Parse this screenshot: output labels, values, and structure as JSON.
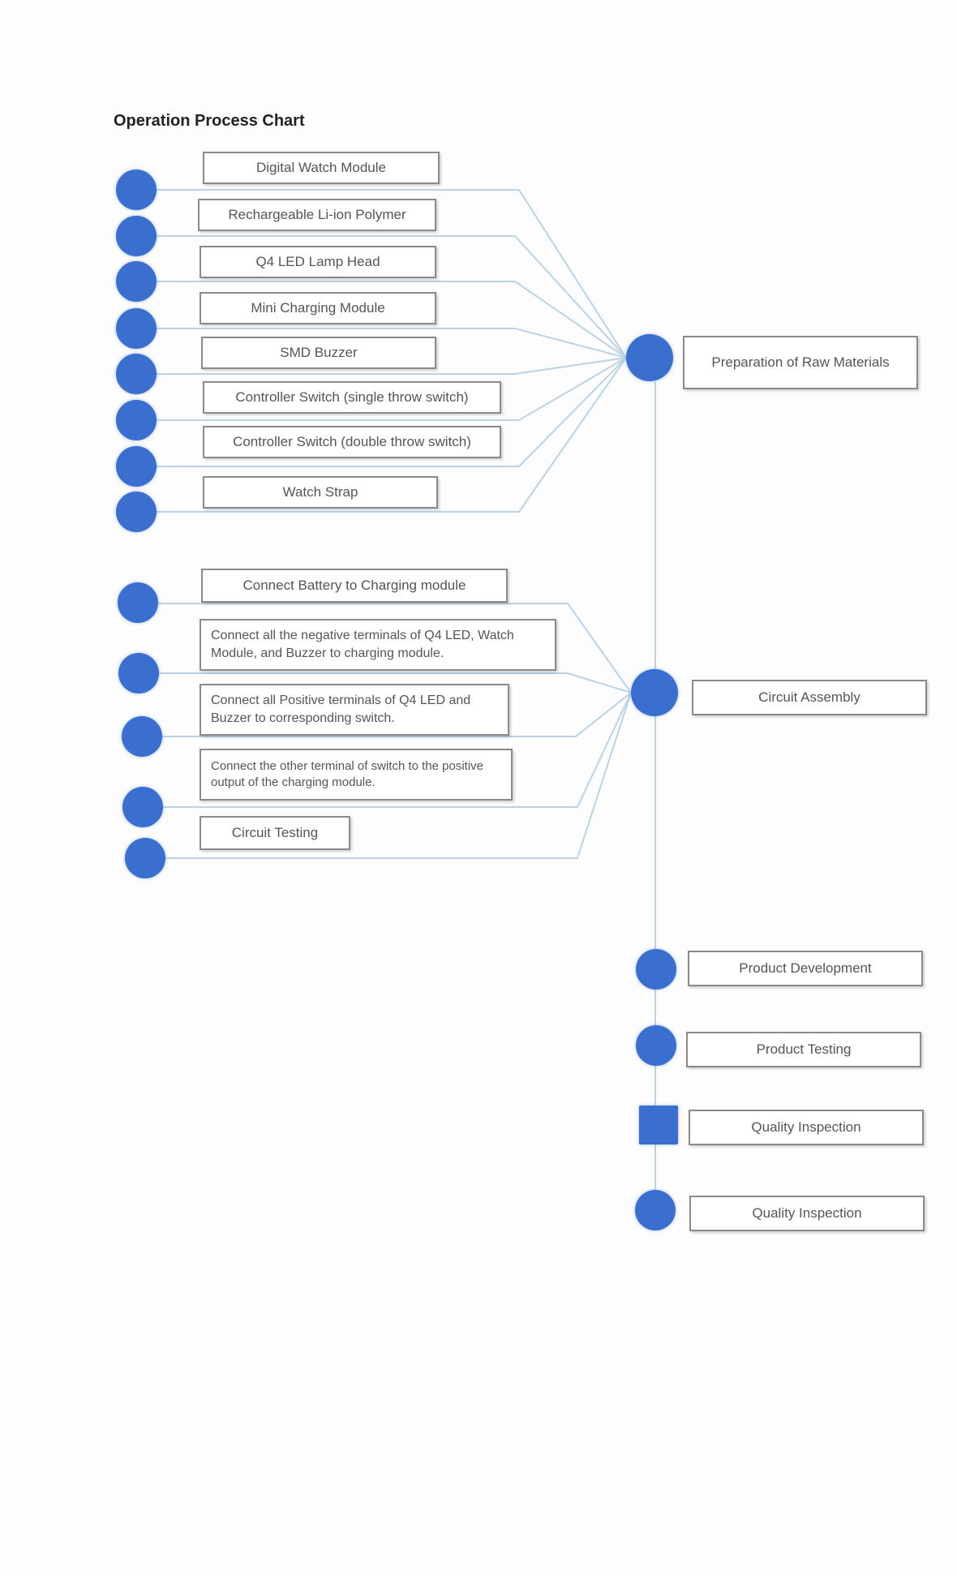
{
  "title": "Operation Process Chart",
  "colors": {
    "node": "#3a6fcf",
    "line": "#b9d3e6",
    "box_border": "#8a8a8a"
  },
  "main_steps": [
    {
      "label": "Preparation of Raw Materials",
      "shape": "circle"
    },
    {
      "label": "Circuit Assembly",
      "shape": "circle"
    },
    {
      "label": "Product Development",
      "shape": "circle"
    },
    {
      "label": "Product Testing",
      "shape": "circle"
    },
    {
      "label": "Quality Inspection",
      "shape": "square"
    },
    {
      "label": "Quality Inspection",
      "shape": "circle"
    }
  ],
  "raw_materials": [
    "Digital Watch Module",
    "Rechargeable Li-ion Polymer",
    "Q4 LED Lamp Head",
    "Mini Charging Module",
    "SMD Buzzer",
    "Controller Switch (single throw switch)",
    "Controller Switch (double throw switch)",
    "Watch Strap"
  ],
  "assembly_steps": [
    "Connect Battery to Charging module",
    "Connect all the negative terminals of Q4 LED, Watch Module, and Buzzer to charging module.",
    "Connect all Positive terminals of Q4 LED and Buzzer to corresponding switch.",
    "Connect the other terminal of switch to the positive output of the charging module.",
    "Circuit Testing"
  ]
}
